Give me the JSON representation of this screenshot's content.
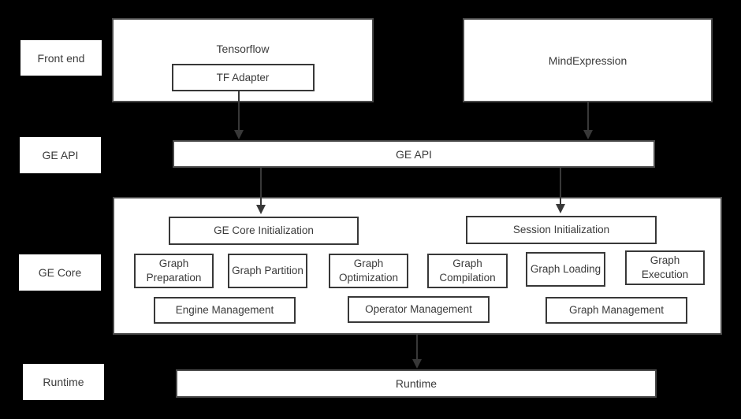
{
  "colors": {
    "bg": "#000000",
    "box_fill": "#ffffff",
    "border_outer": "#4a4a4a",
    "border_inner": "#383838",
    "text": "#3b3b3b",
    "arrow": "#383838"
  },
  "side_labels": {
    "front_end": "Front end",
    "ge_api": "GE API",
    "ge_core": "GE Core",
    "runtime": "Runtime"
  },
  "front_end": {
    "tensorflow_title": "Tensorflow",
    "tf_adapter": "TF Adapter",
    "mind_expression": "MindExpression"
  },
  "ge_api": {
    "bar_label": "GE API"
  },
  "ge_core": {
    "ge_core_initialization": "GE Core Initialization",
    "session_initialization": "Session Initialization",
    "function_boxes": [
      "Graph Preparation",
      "Graph Partition",
      "Graph Optimization",
      "Graph Compilation",
      "Graph Loading",
      "Graph Execution"
    ],
    "management_boxes": [
      "Engine Management",
      "Operator Management",
      "Graph Management"
    ]
  },
  "runtime": {
    "bar_label": "Runtime"
  }
}
